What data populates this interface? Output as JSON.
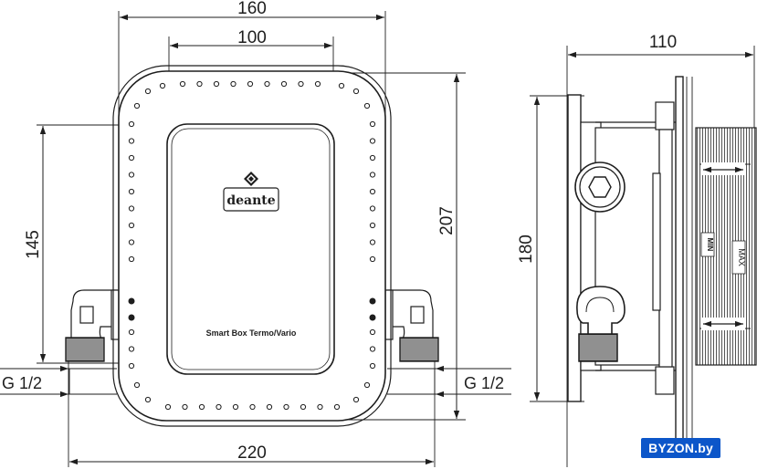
{
  "front_view": {
    "dimensions": {
      "width_outer": "160",
      "width_inner": "100",
      "height_inner": "145",
      "height_outer": "207",
      "width_total": "220"
    },
    "thread_left": "G 1/2",
    "thread_right": "G 1/2",
    "logo_text": "deante",
    "product_label": "Smart Box Termo/Vario"
  },
  "side_view": {
    "dimensions": {
      "depth": "110",
      "height": "180"
    },
    "min_label": "MIN",
    "max_label": "MAX"
  },
  "watermark": "BYZON.by"
}
